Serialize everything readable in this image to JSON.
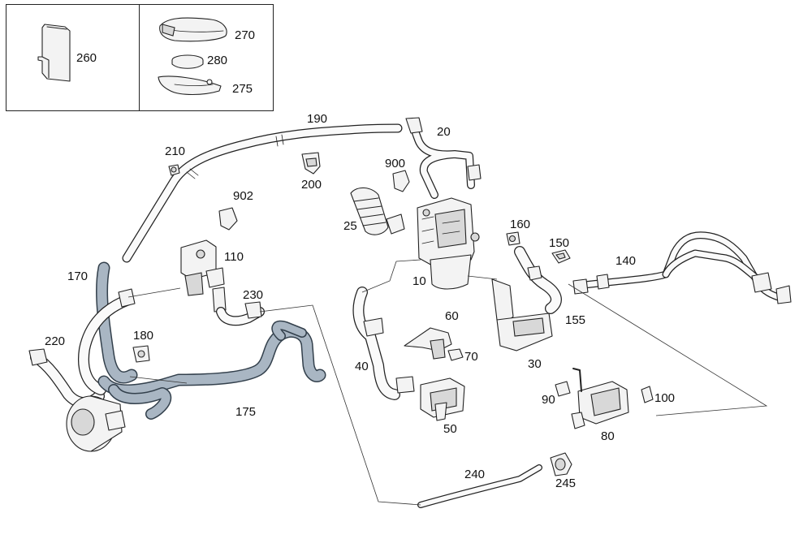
{
  "diagram": {
    "labels": {
      "p260": "260",
      "p270": "270",
      "p280": "280",
      "p275": "275",
      "p190": "190",
      "p20": "20",
      "p210": "210",
      "p200": "200",
      "p900": "900",
      "p902": "902",
      "p25": "25",
      "p160": "160",
      "p150": "150",
      "p140": "140",
      "p110": "110",
      "p10": "10",
      "p170": "170",
      "p230": "230",
      "p155": "155",
      "p60": "60",
      "p180": "180",
      "p70": "70",
      "p220": "220",
      "p40": "40",
      "p30": "30",
      "p175": "175",
      "p90": "90",
      "p100": "100",
      "p50": "50",
      "p80": "80",
      "p240": "240",
      "p245": "245"
    },
    "colors": {
      "highlight_fill": "#a9b6c3",
      "line": "#222222",
      "part_fill": "#f3f3f3"
    }
  }
}
